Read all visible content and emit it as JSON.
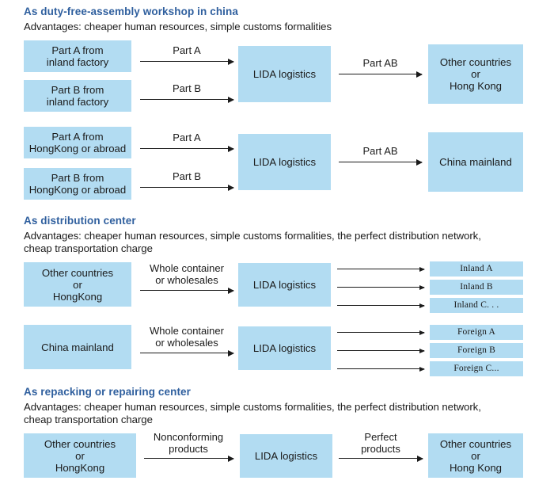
{
  "colors": {
    "box_fill": "#b2dcf2",
    "heading": "#2f5f9e",
    "text": "#1b1b1b",
    "arrow": "#1b1b1b",
    "background": "#ffffff"
  },
  "sections": [
    {
      "id": "duty-free-assembly-workshop",
      "title": "As duty-free-assembly workshop in china",
      "advantages": "Advantages: cheaper human resources, simple  customs formalities",
      "flows": [
        {
          "id": "flow-inland",
          "sources": [
            "Part A from\ninland factory",
            "Part B from\ninland factory"
          ],
          "source_arrow_labels": [
            "Part A",
            "Part B"
          ],
          "hub": "LIDA logistics",
          "hub_arrow_label": "Part AB",
          "destinations": [
            "Other countries\nor\nHong Kong"
          ]
        },
        {
          "id": "flow-hongkong",
          "sources": [
            "Part A from\nHongKong or abroad",
            "Part B from\nHongKong or abroad"
          ],
          "source_arrow_labels": [
            "Part A",
            "Part B"
          ],
          "hub": "LIDA logistics",
          "hub_arrow_label": "Part AB",
          "destinations": [
            "China mainland"
          ]
        }
      ]
    },
    {
      "id": "distribution-center",
      "title": "As distribution center",
      "advantages": "Advantages: cheaper human resources, simple  customs formalities, the perfect distribution network,\ncheap transportation charge",
      "flows": [
        {
          "id": "flow-inbound-distribution",
          "sources": [
            "Other  countries\nor\nHongKong"
          ],
          "source_arrow_labels": [
            "Whole container\nor wholesales"
          ],
          "hub": "LIDA logistics",
          "hub_arrow_label": "",
          "destinations": [
            "Inland  A",
            "Inland B",
            "Inland C. . ."
          ]
        },
        {
          "id": "flow-outbound-distribution",
          "sources": [
            "China mainland"
          ],
          "source_arrow_labels": [
            "Whole container\nor wholesales"
          ],
          "hub": "LIDA logistics",
          "hub_arrow_label": "",
          "destinations": [
            "Foreign A",
            "Foreign B",
            "Foreign C..."
          ]
        }
      ]
    },
    {
      "id": "repacking-repairing-center",
      "title": "As repacking or repairing center",
      "advantages": "Advantages: cheaper human resources, simple  customs formalities, the perfect distribution network,\ncheap transportation charge",
      "flows": [
        {
          "id": "flow-repacking",
          "sources": [
            "Other  countries\nor\nHongKong"
          ],
          "source_arrow_labels": [
            "Nonconforming\nproducts"
          ],
          "hub": "LIDA logistics",
          "hub_arrow_label": "Perfect\nproducts",
          "destinations": [
            "Other countries\nor\nHong Kong"
          ]
        }
      ]
    }
  ]
}
